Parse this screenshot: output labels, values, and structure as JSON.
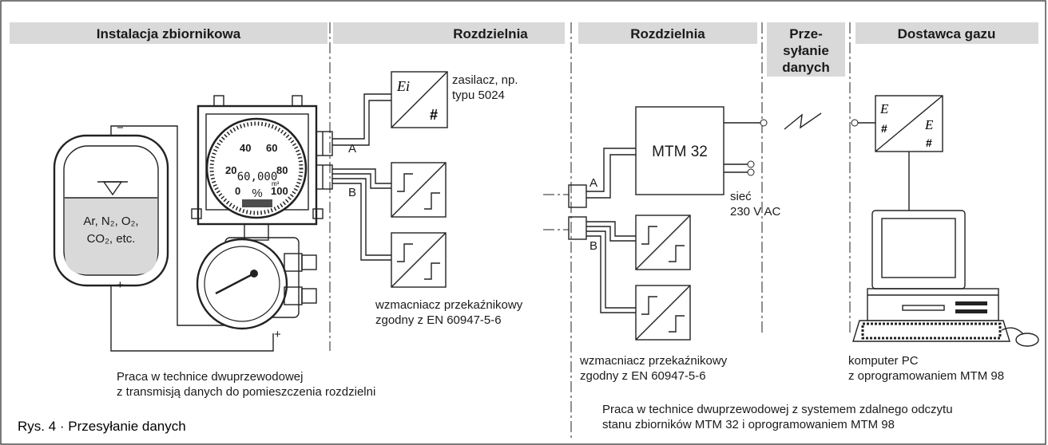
{
  "headers": {
    "tank": "Instalacja zbiornikowa",
    "switch1": "Rozdzielnia",
    "switch2": "Rozdzielnia",
    "transfer_line1": "Prze-",
    "transfer_line2": "syłanie",
    "transfer_line3": "danych",
    "supplier": "Dostawca gazu"
  },
  "tank": {
    "gas_line1": "Ar, N₂, O₂,",
    "gas_line2": "CO₂, etc.",
    "minus": "−",
    "plus": "+"
  },
  "gauge": {
    "ticks": [
      "0",
      "20",
      "40",
      "60",
      "80",
      "100"
    ],
    "display": "60,000",
    "unit": "m³",
    "percent": "%",
    "term_minus": "−",
    "term_plus": "+"
  },
  "left_panel": {
    "port_a": "A",
    "port_b": "B",
    "power_symbol": "Ei",
    "hash": "#",
    "power_label_line1": "zasilacz, np.",
    "power_label_line2": "typu 5024",
    "amp_label_line1": "wzmacniacz przekaźnikowy",
    "amp_label_line2": "zgodny z EN 60947-5-6",
    "caption_line1": "Praca w technice dwuprzewodowej",
    "caption_line2": "z transmisją danych do pomieszczenia rozdzielni"
  },
  "right_panel": {
    "port_a": "A",
    "port_b": "B",
    "mtm": "MTM 32",
    "mains_line1": "sieć",
    "mains_line2": "230 V AC",
    "amp_label_line1": "wzmacniacz przekaźnikowy",
    "amp_label_line2": "zgodny z EN 60947-5-6",
    "modem_e": "E",
    "modem_hash": "#",
    "pc_label_line1": "komputer PC",
    "pc_label_line2": "z oprogramowaniem MTM 98",
    "caption_line1": "Praca w technice dwuprzewodowej z systemem zdalnego odczytu",
    "caption_line2": "stanu zbiorników MTM 32 i oprogramowaniem MTM 98"
  },
  "figure_caption": "Rys. 4 · Przesyłanie danych"
}
